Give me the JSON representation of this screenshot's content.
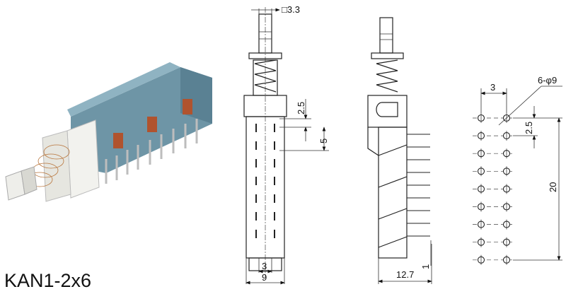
{
  "product": {
    "model": "KAN1-2x6"
  },
  "front_view": {
    "plunger_size": "□3.3",
    "contact_offset": "2.5",
    "contact_pitch": "5",
    "center_width": "3",
    "body_width": "9"
  },
  "side_view": {
    "depth": "12.7",
    "pin_offset": "1"
  },
  "pcb_layout": {
    "hole_spec": "6-φ9",
    "column_spacing": "3",
    "row_offset": "2.5",
    "total_length": "20"
  },
  "colors": {
    "housing": "#6e95a6",
    "base": "#f2f2ee",
    "spring": "#b8743a",
    "pins": "#c9c9c9"
  }
}
